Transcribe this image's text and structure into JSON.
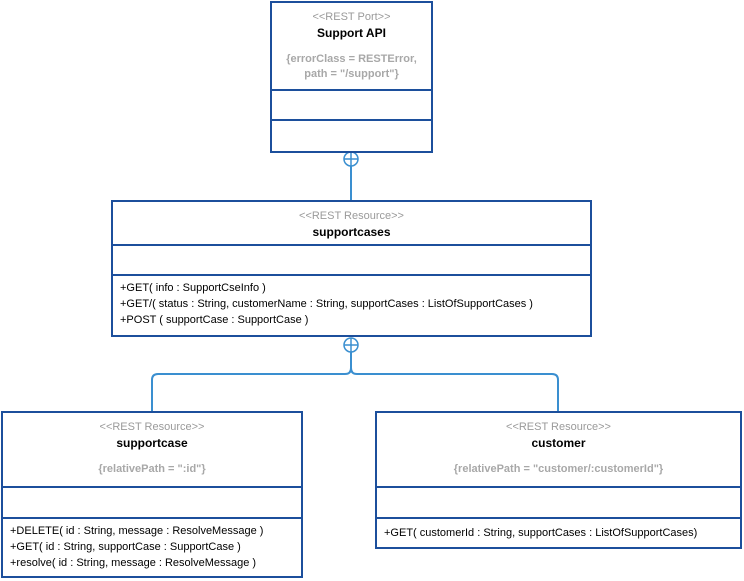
{
  "classes": {
    "support_api": {
      "stereotype": "<<REST Port>>",
      "name": "Support API",
      "tagged": "{errorClass = RESTError,\npath = \"/support\"}"
    },
    "supportcases": {
      "stereotype": "<<REST Resource>>",
      "name": "supportcases",
      "operations": [
        "+GET( info : SupportCseInfo )",
        "+GET/( status : String, customerName : String, supportCases : ListOfSupportCases )",
        "+POST ( supportCase : SupportCase )"
      ]
    },
    "supportcase": {
      "stereotype": "<<REST Resource>>",
      "name": "supportcase",
      "tagged": "{relativePath = \":id\"}",
      "operations": [
        "+DELETE( id : String, message : ResolveMessage )",
        "+GET( id : String, supportCase : SupportCase )",
        "+resolve( id : String, message : ResolveMessage )"
      ]
    },
    "customer": {
      "stereotype": "<<REST Resource>>",
      "name": "customer",
      "tagged": "{relativePath = \"customer/:customerId\"}",
      "operations": [
        "+GET( customerId : String, supportCases : ListOfSupportCases)"
      ]
    }
  },
  "colors": {
    "class_border": "#1c4f9c",
    "connector": "#3a8fd0",
    "stereotype_text": "#9a9a9a"
  }
}
